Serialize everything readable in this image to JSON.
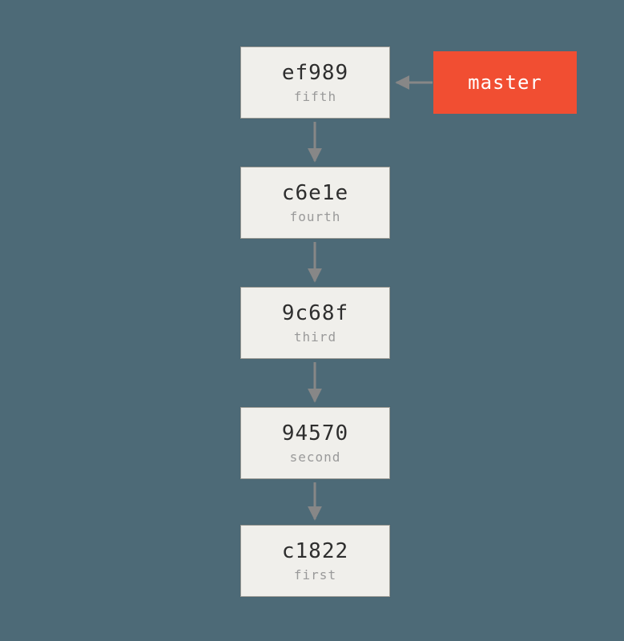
{
  "commits": [
    {
      "hash": "ef989",
      "message": "fifth"
    },
    {
      "hash": "c6e1e",
      "message": "fourth"
    },
    {
      "hash": "9c68f",
      "message": "third"
    },
    {
      "hash": "94570",
      "message": "second"
    },
    {
      "hash": "c1822",
      "message": "first"
    }
  ],
  "branch": {
    "label": "master",
    "points_to": "ef989"
  },
  "edges": [
    {
      "from": "ef989",
      "to": "c6e1e",
      "direction": "down"
    },
    {
      "from": "c6e1e",
      "to": "9c68f",
      "direction": "down"
    },
    {
      "from": "9c68f",
      "to": "94570",
      "direction": "down"
    },
    {
      "from": "94570",
      "to": "c1822",
      "direction": "down"
    },
    {
      "from": "master",
      "to": "ef989",
      "direction": "left"
    }
  ],
  "colors": {
    "background": "#4d6a77",
    "node_fill": "#f0efeb",
    "node_border": "#9a9a94",
    "hash_text": "#2e2e2e",
    "message_text": "#9a9a9a",
    "arrow": "#878787",
    "branch_fill": "#f14e32",
    "branch_text": "#ffffff"
  }
}
